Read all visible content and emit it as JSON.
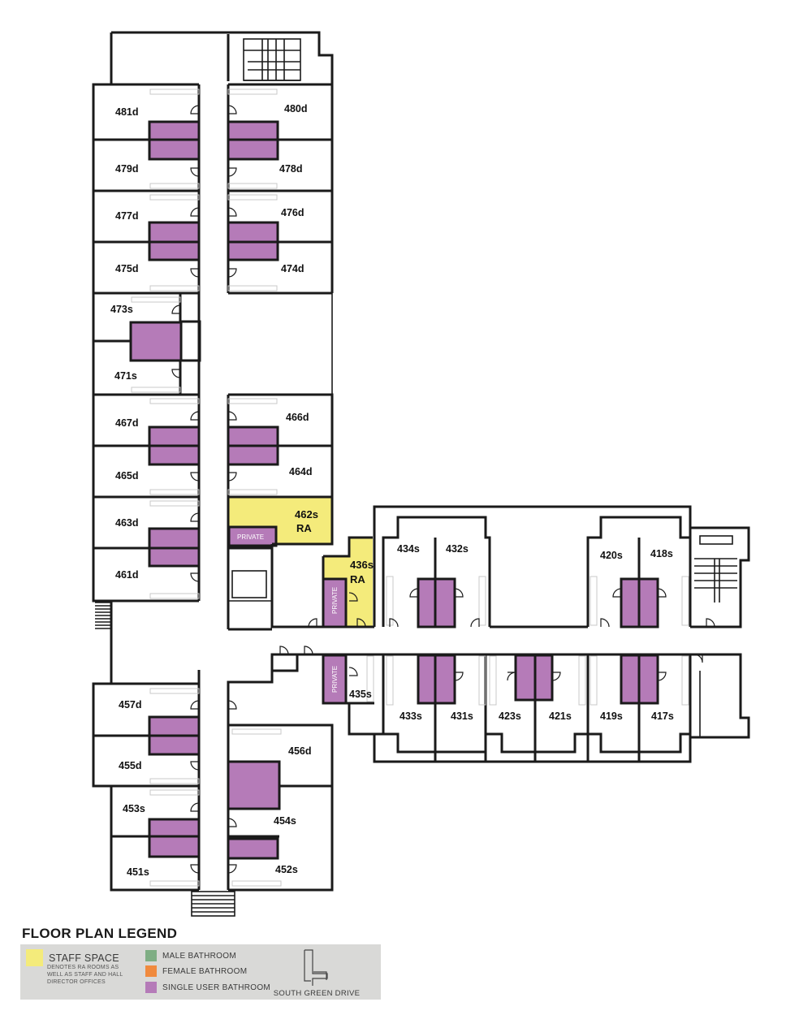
{
  "colors": {
    "staff_space": "#f4eb7b",
    "male_bathroom": "#7fae84",
    "female_bathroom": "#f08a3e",
    "single_user_bathroom": "#b57bb8"
  },
  "rooms": {
    "r481": "481d",
    "r479": "479d",
    "r477": "477d",
    "r475": "475d",
    "r473": "473s",
    "r471": "471s",
    "r467": "467d",
    "r465": "465d",
    "r463": "463d",
    "r461": "461d",
    "r480": "480d",
    "r478": "478d",
    "r476": "476d",
    "r474": "474d",
    "r466": "466d",
    "r464": "464d",
    "r462": "462s",
    "r462_tag": "RA",
    "r457": "457d",
    "r455": "455d",
    "r453": "453s",
    "r451": "451s",
    "r456": "456d",
    "r454": "454s",
    "r452": "452s",
    "r436": "436s",
    "r436_tag": "RA",
    "r434": "434s",
    "r432": "432s",
    "r420": "420s",
    "r418": "418s",
    "r435": "435s",
    "r433": "433s",
    "r431": "431s",
    "r423": "423s",
    "r421": "421s",
    "r419": "419s",
    "r417": "417s"
  },
  "private_labels": {
    "p462": "PRIVATE",
    "p436": "PRIVATE",
    "p435": "PRIVATE"
  },
  "legend": {
    "title": "FLOOR PLAN LEGEND",
    "staff_space": "STAFF SPACE",
    "staff_note": "DENOTES RA ROOMS AS WELL AS STAFF AND HALL DIRECTOR OFFICES",
    "male_bathroom": "MALE BATHROOM",
    "female_bathroom": "FEMALE BATHROOM",
    "single_user_bathroom": "SINGLE USER BATHROOM",
    "locator_label": "SOUTH GREEN DRIVE"
  }
}
